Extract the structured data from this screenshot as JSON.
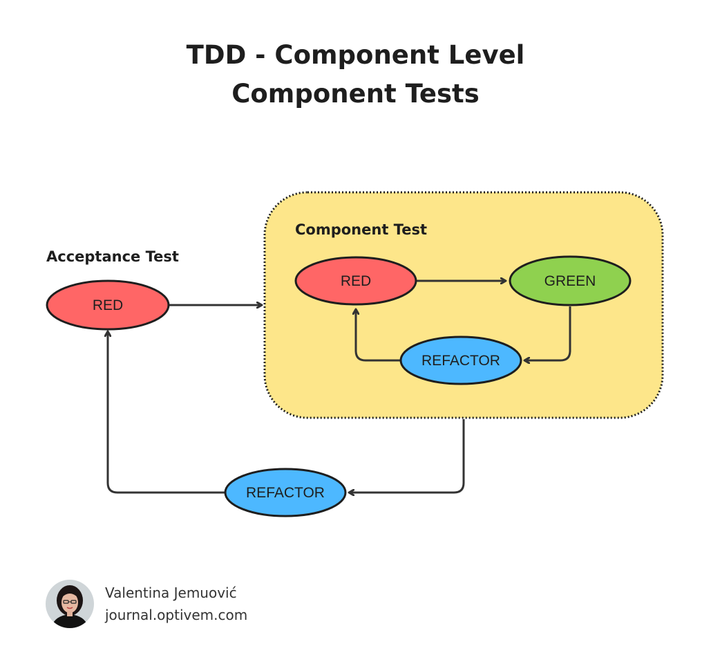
{
  "title": {
    "line1": "TDD - Component Level",
    "line2": "Component Tests"
  },
  "acceptance": {
    "label": "Acceptance Test",
    "red_node": "RED",
    "refactor_node": "REFACTOR"
  },
  "component": {
    "label": "Component Test",
    "red_node": "RED",
    "green_node": "GREEN",
    "refactor_node": "REFACTOR"
  },
  "author": {
    "name": "Valentina Jemuović",
    "site": "journal.optivem.com"
  },
  "colors": {
    "red": "#ff6666",
    "green": "#8fd14f",
    "blue": "#4db8ff",
    "box_fill": "#fde68a",
    "stroke": "#1e1e1e",
    "arrow": "#333333"
  }
}
